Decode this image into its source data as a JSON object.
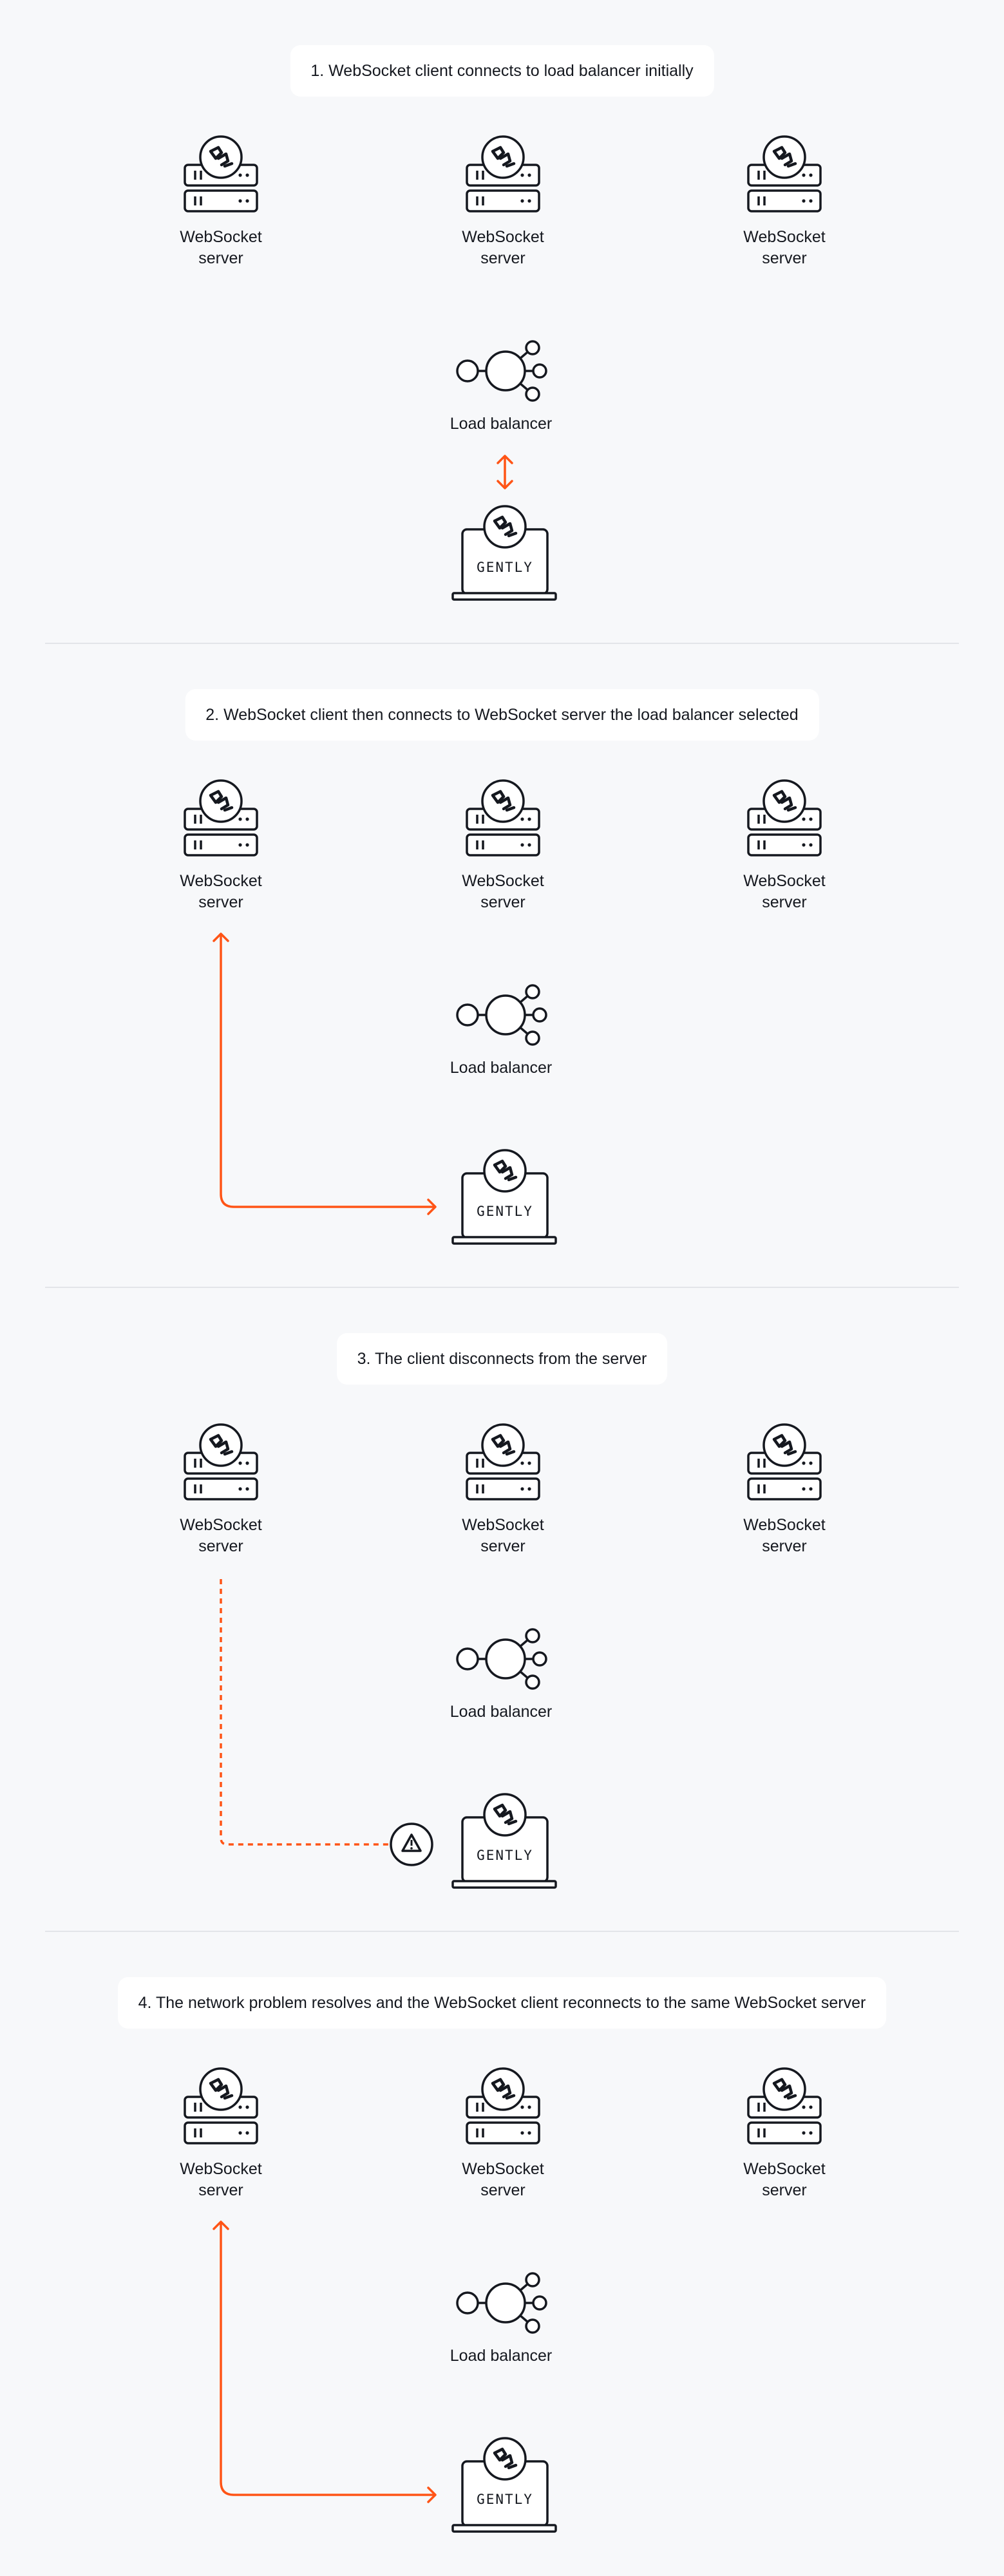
{
  "brand": {
    "laptop_text": "GENTLY",
    "accent": "#ff5416",
    "ink": "#15181f",
    "background": "#f7f8fa"
  },
  "icons": {
    "server": "server-icon",
    "logo": "gently-logo-icon",
    "balancer": "load-balancer-icon",
    "laptop": "laptop-icon",
    "warning": "warning-icon"
  },
  "steps": [
    {
      "title": "1. WebSocket client connects to load balancer initially",
      "servers": [
        {
          "line1": "WebSocket",
          "line2": "server"
        },
        {
          "line1": "WebSocket",
          "line2": "server"
        },
        {
          "line1": "WebSocket",
          "line2": "server"
        }
      ],
      "balancer": "Load balancer",
      "connection": "client-to-balancer"
    },
    {
      "title": "2. WebSocket client then connects to WebSocket server the load balancer selected",
      "servers": [
        {
          "line1": "WebSocket",
          "line2": "server"
        },
        {
          "line1": "WebSocket",
          "line2": "server"
        },
        {
          "line1": "WebSocket",
          "line2": "server"
        }
      ],
      "balancer": "Load balancer",
      "connection": "client-to-server"
    },
    {
      "title": "3. The client disconnects from the server",
      "servers": [
        {
          "line1": "WebSocket",
          "line2": "server"
        },
        {
          "line1": "WebSocket",
          "line2": "server"
        },
        {
          "line1": "WebSocket",
          "line2": "server"
        }
      ],
      "balancer": "Load balancer",
      "connection": "disconnected"
    },
    {
      "title": "4. The network  problem resolves and the WebSocket client reconnects to the same WebSocket server",
      "servers": [
        {
          "line1": "WebSocket",
          "line2": "server"
        },
        {
          "line1": "WebSocket",
          "line2": "server"
        },
        {
          "line1": "WebSocket",
          "line2": "server"
        }
      ],
      "balancer": "Load balancer",
      "connection": "client-to-server"
    }
  ]
}
